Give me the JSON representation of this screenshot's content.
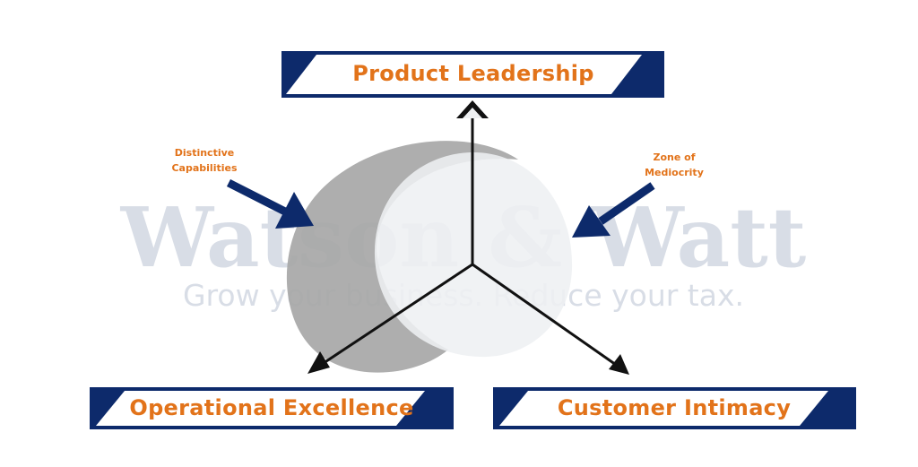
{
  "colors": {
    "navy": "#0d2a6b",
    "orange": "#e2731a",
    "shape_dark": "#a7a7a7",
    "shape_light": "#eef0f2",
    "arrow": "#111111",
    "watermark": "#d8dde6"
  },
  "watermark": {
    "title": "Watson & Watt",
    "tagline": "Grow your business. Reduce your tax."
  },
  "nodes": {
    "top": "Product Leadership",
    "left": "Operational Excellence",
    "right": "Customer Intimacy"
  },
  "callouts": {
    "left_line1": "Distinctive",
    "left_line2": "Capabilities",
    "right_line1": "Zone of",
    "right_line2": "Mediocrity"
  }
}
